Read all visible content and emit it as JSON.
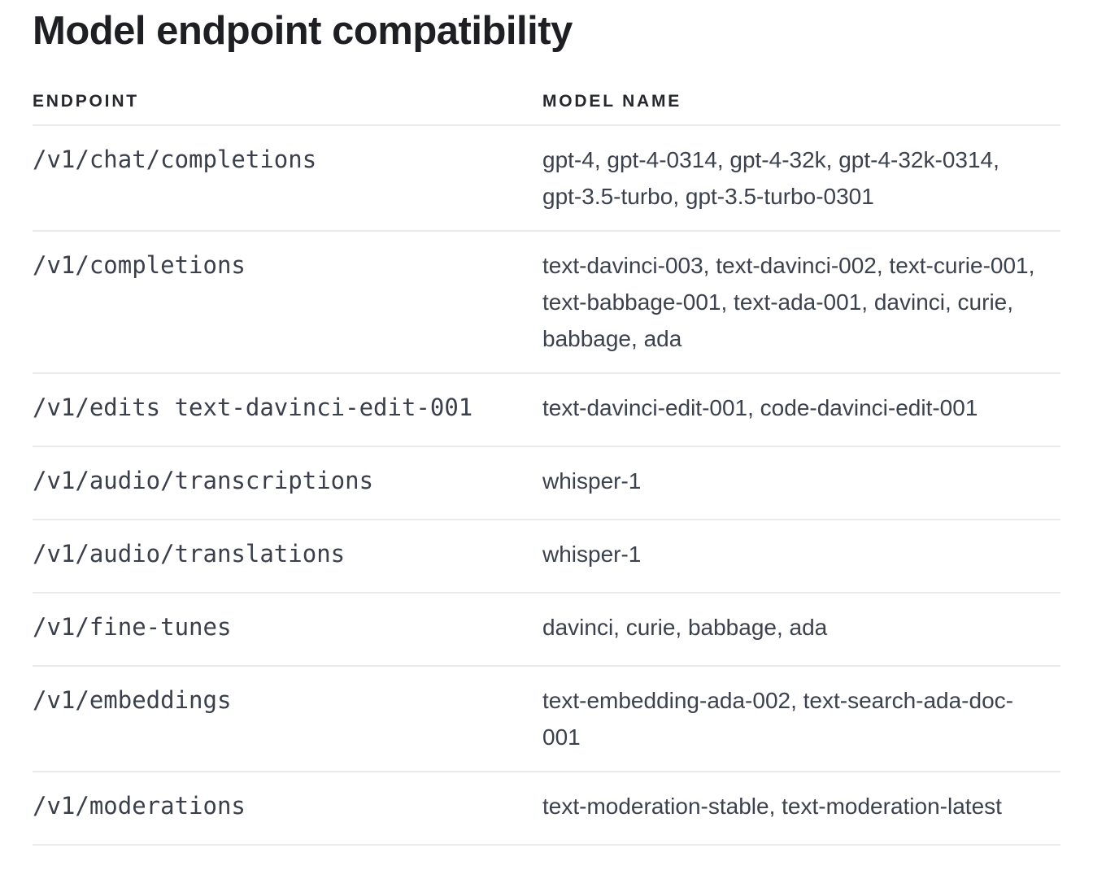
{
  "page": {
    "title": "Model endpoint compatibility"
  },
  "colors": {
    "title_text": "#1e1f23",
    "header_text": "#25272c",
    "body_text": "#3c414e",
    "divider": "#e9e9ee",
    "background": "#ffffff"
  },
  "table": {
    "columns": [
      {
        "label": "ENDPOINT"
      },
      {
        "label": "MODEL NAME"
      }
    ],
    "rows": [
      {
        "endpoint": "/v1/chat/completions",
        "models": "gpt-4, gpt-4-0314, gpt-4-32k, gpt-4-32k-0314, gpt-3.5-turbo, gpt-3.5-turbo-0301"
      },
      {
        "endpoint": "/v1/completions",
        "models": "text-davinci-003, text-davinci-002, text-curie-001, text-babbage-001, text-ada-001, davinci, curie, babbage, ada"
      },
      {
        "endpoint": "/v1/edits text-davinci-edit-001",
        "models": "text-davinci-edit-001, code-davinci-edit-001"
      },
      {
        "endpoint": "/v1/audio/transcriptions",
        "models": "whisper-1"
      },
      {
        "endpoint": "/v1/audio/translations",
        "models": "whisper-1"
      },
      {
        "endpoint": "/v1/fine-tunes",
        "models": "davinci, curie, babbage, ada"
      },
      {
        "endpoint": "/v1/embeddings",
        "models": "text-embedding-ada-002, text-search-ada-doc-001"
      },
      {
        "endpoint": "/v1/moderations",
        "models": "text-moderation-stable, text-moderation-latest"
      }
    ]
  }
}
